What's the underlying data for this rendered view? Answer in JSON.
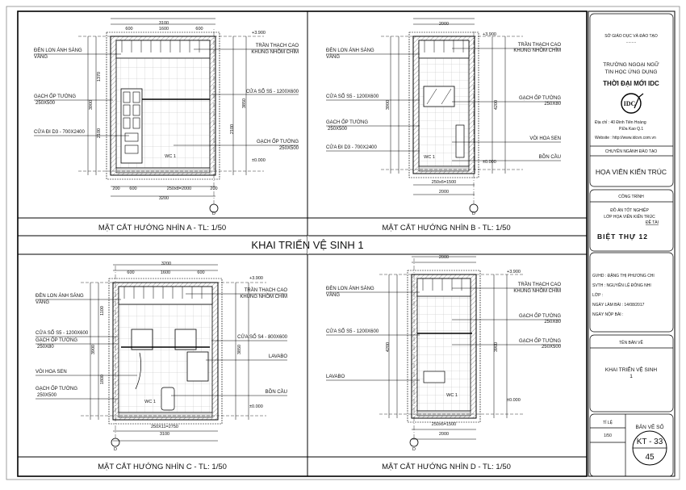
{
  "sheet_title": "KHAI TRIỂN VỆ SINH 1",
  "views": [
    {
      "caption": "MẶT CẮT HƯỚNG NHÌN A - TL: 1/50",
      "labels_left": [
        "ĐÈN LON ÁNH SÁNG",
        "VÀNG",
        "GẠCH ỐP TƯỜNG",
        "250X500",
        "CỬA ĐI D3 - 700X2400"
      ],
      "labels_right": [
        "TRẦN THẠCH CAO",
        "KHUNG NHÔM CHÌM",
        "CỬA SỔ S5 - 1200X600",
        "GẠCH ỐP TƯỜNG",
        "250X500"
      ],
      "dims": [
        "3100",
        "600",
        "1600",
        "600",
        "200",
        "600",
        "250x8=2000",
        "200",
        "3200",
        "3900",
        "1370",
        "2100",
        "3850",
        "2100",
        "+3.900",
        "±0.000"
      ],
      "room_tag": "WC 1",
      "axis": "D"
    },
    {
      "caption": "MẶT CẮT HƯỚNG NHÌN B - TL: 1/50",
      "labels_left": [
        "ĐÈN LON ÁNH SÁNG",
        "VÀNG",
        "CỬA SỔ S5 - 1200X600",
        "GẠCH ỐP TƯỜNG",
        "250X500",
        "CỬA ĐI D3 - 700X2400"
      ],
      "labels_right": [
        "TRẦN THẠCH CAO",
        "KHUNG NHÔM CHÌM",
        "GẠCH ỐP TƯỜNG",
        "250X80",
        "VÒI HOA SEN",
        "BỒN CẦU"
      ],
      "dims": [
        "2000",
        "250x6=1500",
        "2000",
        "3900",
        "4200",
        "+3.900",
        "±0.000"
      ],
      "room_tag": "WC 1",
      "axis": "D"
    },
    {
      "caption": "MẶT CẮT HƯỚNG NHÌN C - TL: 1/50",
      "labels_left": [
        "ĐÈN LON ÁNH SÁNG",
        "VÀNG",
        "CỬA SỔ S5 - 1200X600",
        "GẠCH ỐP TƯỜNG",
        "250X80",
        "VÒI HOA SEN",
        "GẠCH ỐP TƯỜNG",
        "250X500"
      ],
      "labels_right": [
        "TRẦN THẠCH CAO",
        "KHUNG NHÔM CHÌM",
        "CỬA SỔ S4 - 800X600",
        "LAVABO",
        "BỒN CẦU"
      ],
      "dims": [
        "3200",
        "600",
        "1600",
        "600",
        "250X11=2750",
        "3100",
        "3900",
        "1100",
        "1800",
        "3850",
        "+3.900",
        "±0.000"
      ],
      "room_tag": "WC 1",
      "axis": "D"
    },
    {
      "caption": "MẶT CẮT HƯỚNG NHÌN D - TL: 1/50",
      "labels_left": [
        "ĐÈN LON ÁNH SÁNG",
        "VÀNG",
        "CỬA SỔ S5 - 1200X600",
        "LAVABO"
      ],
      "labels_right": [
        "TRẦN THẠCH CAO",
        "KHUNG NHÔM CHÌM",
        "GẠCH ỐP TƯỜNG",
        "250X80",
        "GẠCH ỐP TƯỜNG",
        "250X500"
      ],
      "dims": [
        "2000",
        "250x6=1500",
        "2000",
        "4200",
        "3900",
        "+3.900",
        "±0.000"
      ],
      "room_tag": "WC 1",
      "axis": "D"
    }
  ],
  "title_block": {
    "ministry": "SỞ GIÁO DỤC VÀ ĐÀO TẠO",
    "school_line1": "TRƯỜNG NGOẠI NGỮ",
    "school_line2": "TIN HỌC ỨNG DỤNG",
    "school_name": "THỜI ĐẠI MỚI IDC",
    "logo_text": "IDC",
    "address_line1": "Địa chỉ  : 40 Đinh Tiên Hoàng",
    "address_line2": "P.Đa Kao   Q.1",
    "website": "Website : http://www.idcvn.com.vn",
    "major_header": "CHUYÊN NGÀNH ĐÀO TẠO",
    "major": "HỌA VIÊN KIẾN TRÚC",
    "project_header": "CÔNG TRÌNH",
    "project_line1": "ĐỒ ÁN TỐT NGHIỆP",
    "project_line2": "LỚP HỌA VIÊN KIẾN TRÚC",
    "topic_label": "ĐỀ TÀI",
    "project_name": "BIỆT THỰ 12",
    "gvhd": "GVHD  : ĐẶNG THỊ PHƯƠNG CHI",
    "svth": "SVTH   : NGUYỄN LỆ ĐÔNG NHI",
    "lop": "LỚP     :",
    "ngay_lam": "NGÀY LÀM BÀI   :  14/08/2017",
    "ngay_nop": "NGÀY NỘP BÀI   :",
    "drawing_name_header": "TÊN BẢN VẼ",
    "drawing_name_line1": "KHAI TRIỂN VỆ SINH",
    "drawing_name_line2": "1",
    "scale_header": "TỈ LỆ",
    "scale": "1/50",
    "sheet_no_header": "BẢN VẼ SỐ",
    "sheet_code": "KT - 33",
    "sheet_total": "45"
  }
}
